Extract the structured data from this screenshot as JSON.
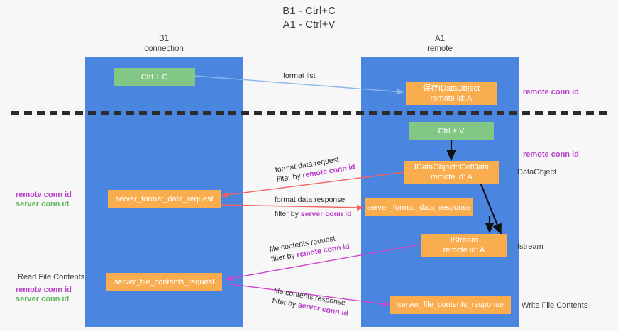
{
  "title": {
    "line1": "B1 - Ctrl+C",
    "line2": "A1 - Ctrl+V"
  },
  "colors": {
    "lane": "#4a86e0",
    "green_node": "#82c784",
    "orange_node": "#f9ad4e",
    "remote_conn_id": "#b840c8",
    "server_conn_id_legend": "#5cb85c",
    "arrow_blue": "#8bb8e8",
    "arrow_red": "#f2635f",
    "arrow_magenta": "#cc44cc",
    "arrow_black": "#111111",
    "divider": "#2b2b2b"
  },
  "columns": [
    {
      "id": "b1",
      "line1": "B1",
      "line2": "connection"
    },
    {
      "id": "a1",
      "line1": "A1",
      "line2": "remote"
    }
  ],
  "nodes": {
    "ctrl_c": {
      "label": "Ctrl + C"
    },
    "save_idataobject": {
      "line1": "保存IDataObject",
      "line2": "remote id: A"
    },
    "ctrl_v": {
      "label": "Ctrl + V"
    },
    "getdata": {
      "line1": "IDataObject::GetData",
      "line2": "remote id: A"
    },
    "server_format_data_request": {
      "label": "server_format_data_request"
    },
    "server_format_data_response": {
      "label": "server_format_data_response"
    },
    "istream": {
      "line1": "IStream",
      "line2": "remote id: A"
    },
    "server_file_contents_request": {
      "label": "server_file_contents_request"
    },
    "server_file_contents_response": {
      "label": "server_file_contents_response"
    }
  },
  "edge_labels": {
    "format_list": {
      "line1": "format list"
    },
    "format_data_request": {
      "line1": "format data request",
      "line2_prefix": "filter by ",
      "line2_key": "remote conn id"
    },
    "format_data_response": {
      "line1": "format data response",
      "line2_prefix": "filter by ",
      "line2_key": "server conn id"
    },
    "file_contents_request": {
      "line1": "file contents request",
      "line2_prefix": "filter by ",
      "line2_key": "remote conn id"
    },
    "file_contents_response": {
      "line1": "file contents response",
      "line2_prefix": "filter by ",
      "line2_key": "server conn id"
    }
  },
  "annotations": {
    "right_remote_conn_top": "remote conn id",
    "right_remote_conn_mid": "remote conn id",
    "right_dataobject": "DataObject",
    "right_istream": "Istream",
    "right_write_file_contents": "Write File Contents",
    "left_remote_conn_id": "remote conn id",
    "left_server_conn_id": "server conn id",
    "left_read_file_contents": "Read File Contents",
    "left_remote_conn_id_2": "remote conn id",
    "left_server_conn_id_2": "server conn id"
  }
}
